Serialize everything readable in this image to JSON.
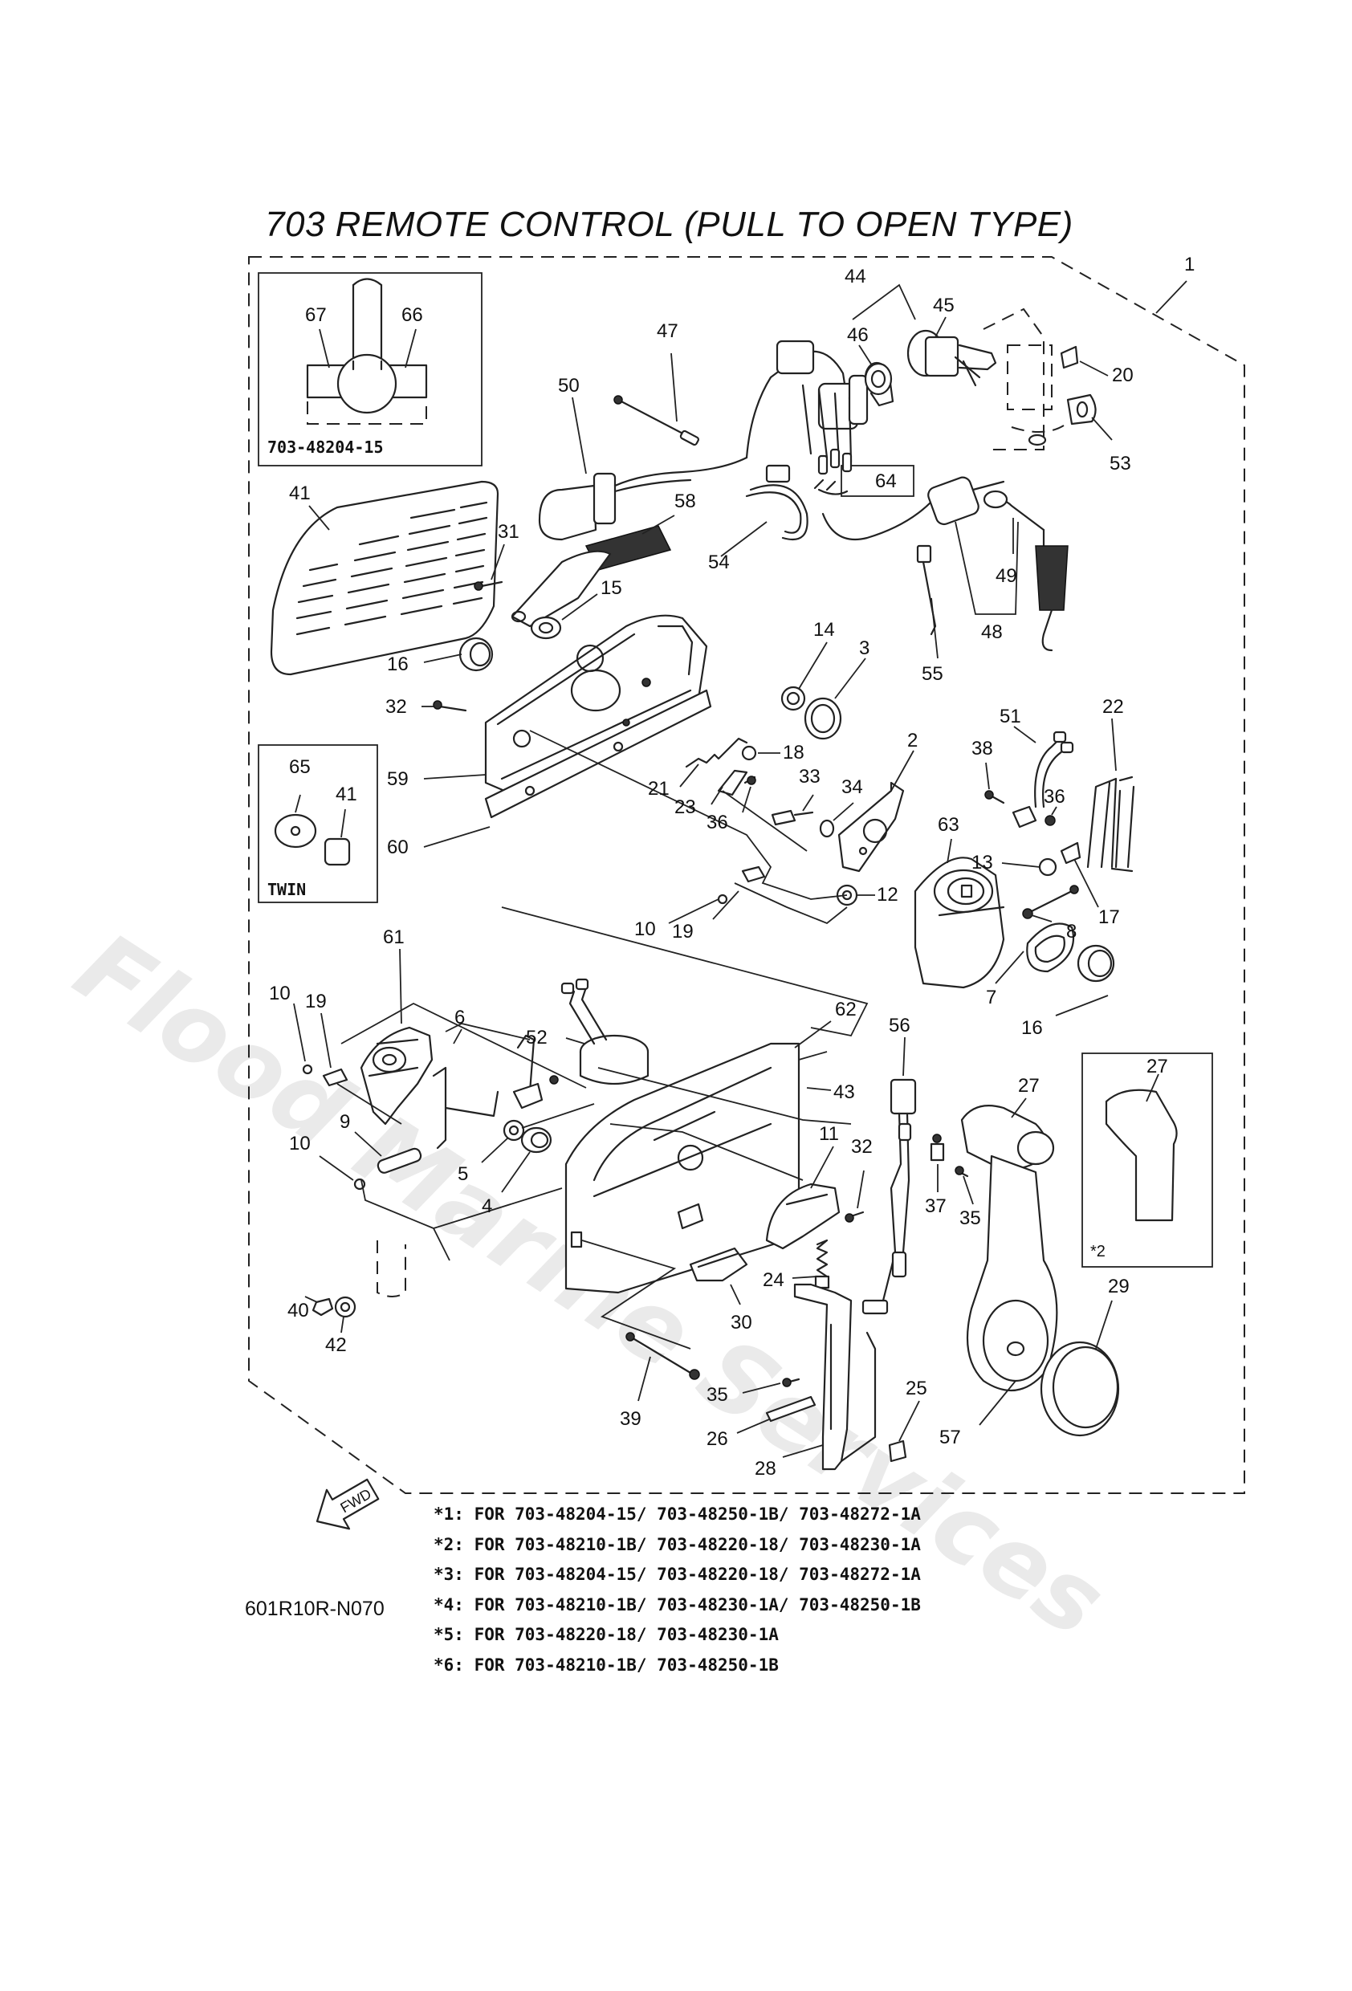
{
  "title": "703 REMOTE CONTROL (PULL TO OPEN TYPE)",
  "watermark": "Flood Marine Services",
  "fwd_arrow_label": "FWD",
  "diagram_code": "601R10R-N070",
  "insets": {
    "top_left": "703-48204-15",
    "twin": "TWIN",
    "star2": "*2"
  },
  "footnotes": [
    "*1: FOR 703-48204-15/ 703-48250-1B/ 703-48272-1A",
    "*2: FOR 703-48210-1B/ 703-48220-18/ 703-48230-1A",
    "*3: FOR 703-48204-15/ 703-48220-18/ 703-48272-1A",
    "*4: FOR 703-48210-1B/ 703-48230-1A/ 703-48250-1B",
    "*5: FOR 703-48220-18/ 703-48230-1A",
    "*6: FOR 703-48210-1B/ 703-48250-1B"
  ],
  "callouts": [
    "1",
    "2",
    "3",
    "4",
    "5",
    "6",
    "7",
    "8",
    "9",
    "10",
    "10",
    "10",
    "11",
    "12",
    "13",
    "14",
    "15",
    "16",
    "16",
    "17",
    "18",
    "19",
    "19",
    "20",
    "21",
    "22",
    "23",
    "24",
    "25",
    "26",
    "27",
    "27",
    "28",
    "29",
    "30",
    "31",
    "32",
    "32",
    "33",
    "34",
    "35",
    "35",
    "36",
    "36",
    "37",
    "38",
    "39",
    "40",
    "41",
    "41",
    "42",
    "43",
    "44",
    "45",
    "46",
    "47",
    "48",
    "49",
    "50",
    "51",
    "52",
    "53",
    "54",
    "55",
    "56",
    "57",
    "58",
    "59",
    "60",
    "61",
    "62",
    "63",
    "64",
    "65",
    "66",
    "67"
  ]
}
